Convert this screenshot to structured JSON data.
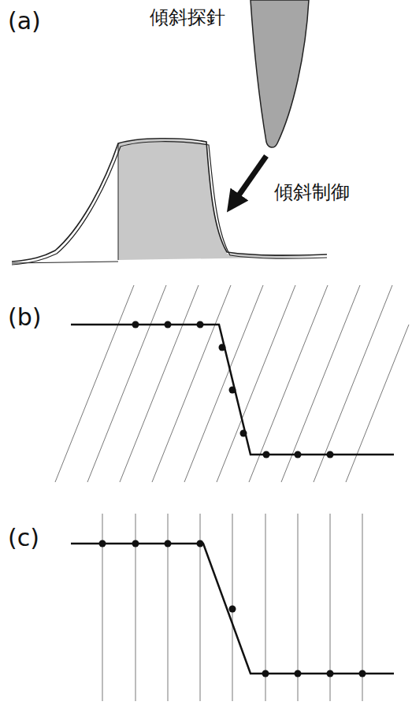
{
  "diagram": {
    "labels": [
      "(a)",
      "傾斜探針",
      "傾斜制御",
      "(b)",
      "(c)"
    ]
  }
}
